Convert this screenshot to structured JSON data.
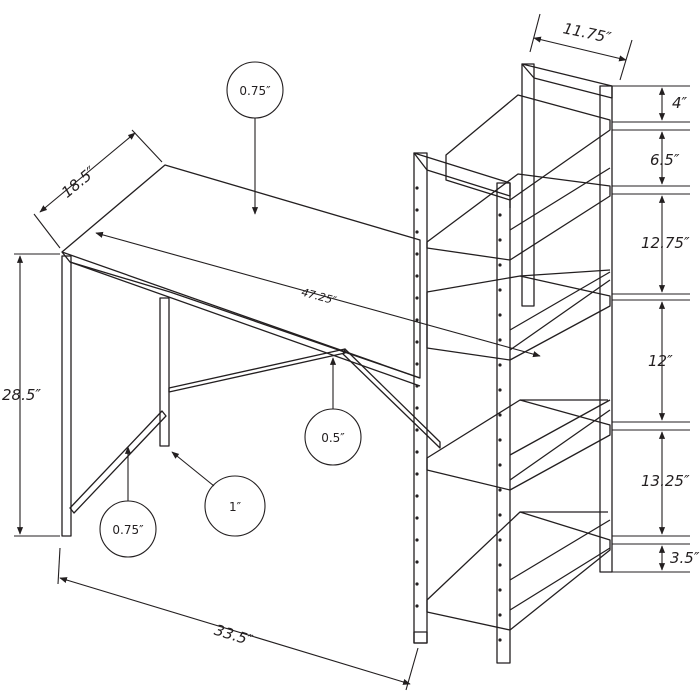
{
  "colors": {
    "line": "#231f20",
    "background": "#ffffff"
  },
  "dimensions": {
    "shelf_depth": "11.75″",
    "desk_depth": "18.5″",
    "desk_top_thickness": "0.75″",
    "desk_width": "47.25″",
    "desk_height": "28.5″",
    "desk_leg_width": "33.5″",
    "crossbar_tube": "0.5″",
    "leg_tube": "1″",
    "leg_foot": "0.75″"
  },
  "shelf_spacings": [
    "4″",
    "6.5″",
    "12.75″",
    "12″",
    "13.25″",
    "3.5″"
  ]
}
